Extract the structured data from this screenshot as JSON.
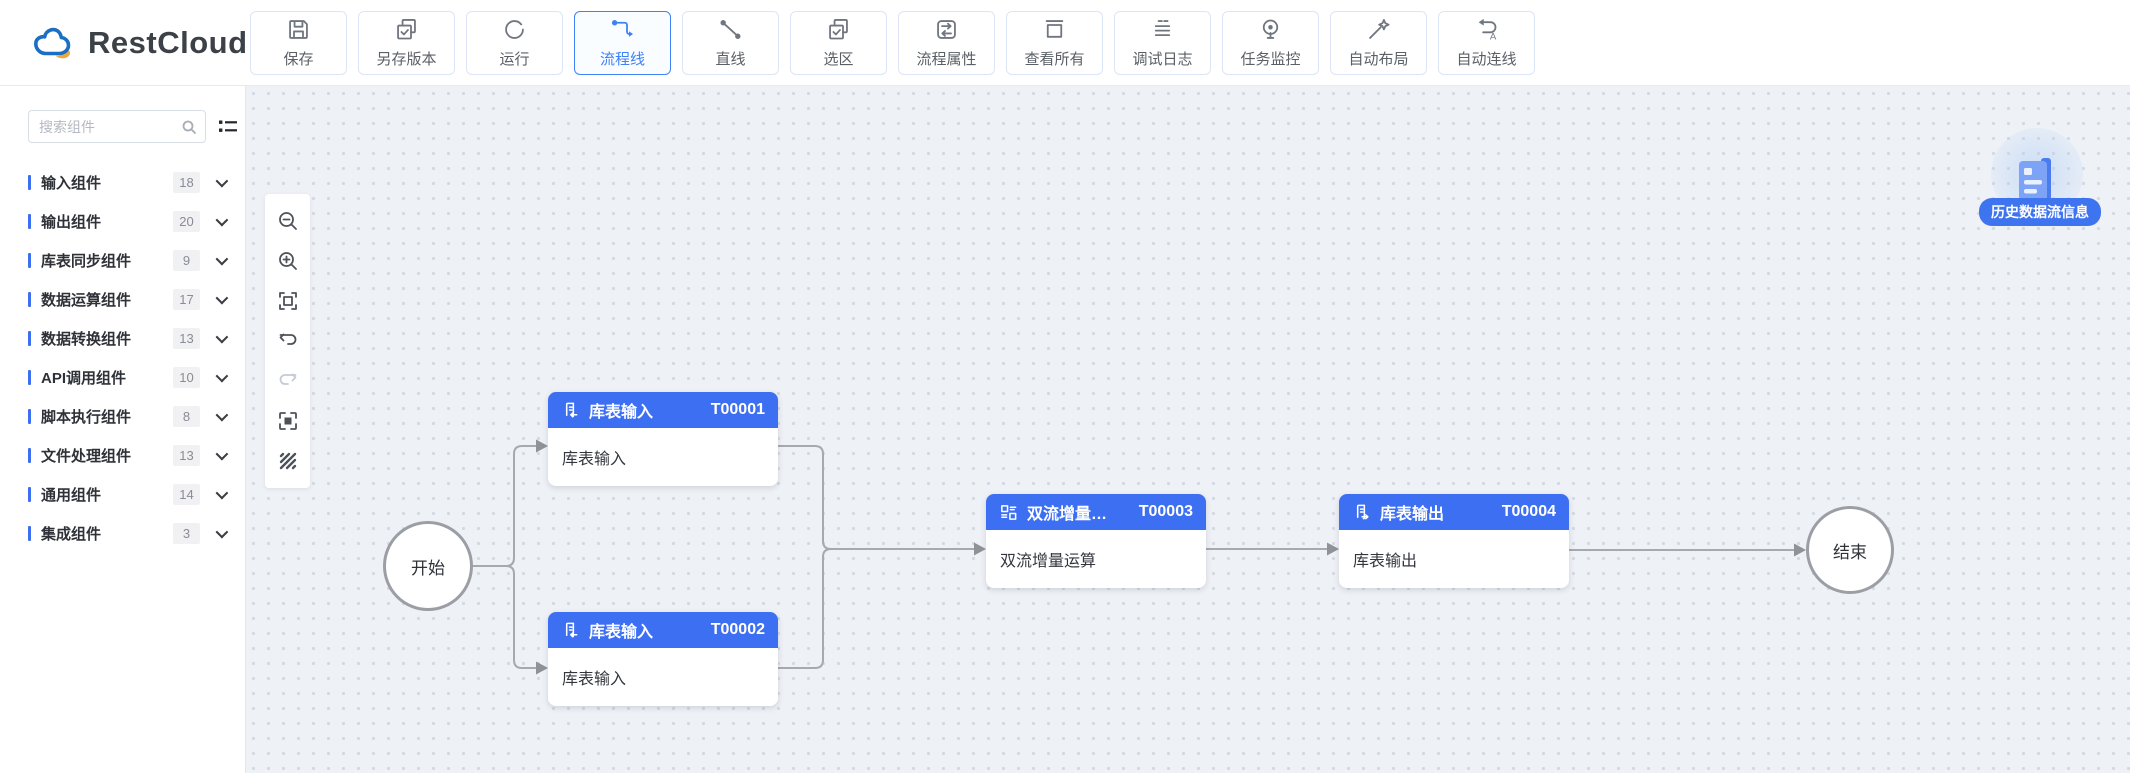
{
  "app": {
    "brand": "RestCloud"
  },
  "toolbar": {
    "buttons": [
      {
        "label": "保存",
        "icon": "save-icon",
        "active": false
      },
      {
        "label": "另存版本",
        "icon": "save-as-icon",
        "active": false
      },
      {
        "label": "运行",
        "icon": "run-icon",
        "active": false
      },
      {
        "label": "流程线",
        "icon": "flow-line-icon",
        "active": true
      },
      {
        "label": "直线",
        "icon": "straight-line-icon",
        "active": false
      },
      {
        "label": "选区",
        "icon": "selection-icon",
        "active": false
      },
      {
        "label": "流程属性",
        "icon": "flow-properties-icon",
        "active": false
      },
      {
        "label": "查看所有",
        "icon": "view-all-icon",
        "active": false
      },
      {
        "label": "调试日志",
        "icon": "debug-log-icon",
        "active": false
      },
      {
        "label": "任务监控",
        "icon": "task-monitor-icon",
        "active": false
      },
      {
        "label": "自动布局",
        "icon": "auto-layout-icon",
        "active": false
      },
      {
        "label": "自动连线",
        "icon": "auto-connect-icon",
        "active": false
      }
    ]
  },
  "sidebar": {
    "search_placeholder": "搜索组件",
    "categories": [
      {
        "label": "输入组件",
        "count": "18"
      },
      {
        "label": "输出组件",
        "count": "20"
      },
      {
        "label": "库表同步组件",
        "count": "9"
      },
      {
        "label": "数据运算组件",
        "count": "17"
      },
      {
        "label": "数据转换组件",
        "count": "13"
      },
      {
        "label": "API调用组件",
        "count": "10"
      },
      {
        "label": "脚本执行组件",
        "count": "8"
      },
      {
        "label": "文件处理组件",
        "count": "13"
      },
      {
        "label": "通用组件",
        "count": "14"
      },
      {
        "label": "集成组件",
        "count": "3"
      }
    ]
  },
  "canvas_tools": [
    "zoom-out",
    "zoom-in",
    "fit-view",
    "undo",
    "redo",
    "focus-selection",
    "hatch-grid"
  ],
  "flow": {
    "start_label": "开始",
    "end_label": "结束",
    "nodes": [
      {
        "id": "T00001",
        "title": "库表输入",
        "body": "库表输入",
        "icon": "table-input-icon"
      },
      {
        "id": "T00002",
        "title": "库表输入",
        "body": "库表输入",
        "icon": "table-input-icon"
      },
      {
        "id": "T00003",
        "title": "双流增量…",
        "body": "双流增量运算",
        "icon": "dual-stream-icon"
      },
      {
        "id": "T00004",
        "title": "库表输出",
        "body": "库表输出",
        "icon": "table-output-icon"
      }
    ],
    "history_badge_label": "历史数据流信息"
  },
  "colors": {
    "accent_blue": "#3f82f6",
    "node_header_blue": "#3d6ff2",
    "canvas_bg": "#eef1f6",
    "edge_gray": "#a6a9ae",
    "logo_blue": "#1a6fc4",
    "logo_orange": "#eda83c"
  }
}
